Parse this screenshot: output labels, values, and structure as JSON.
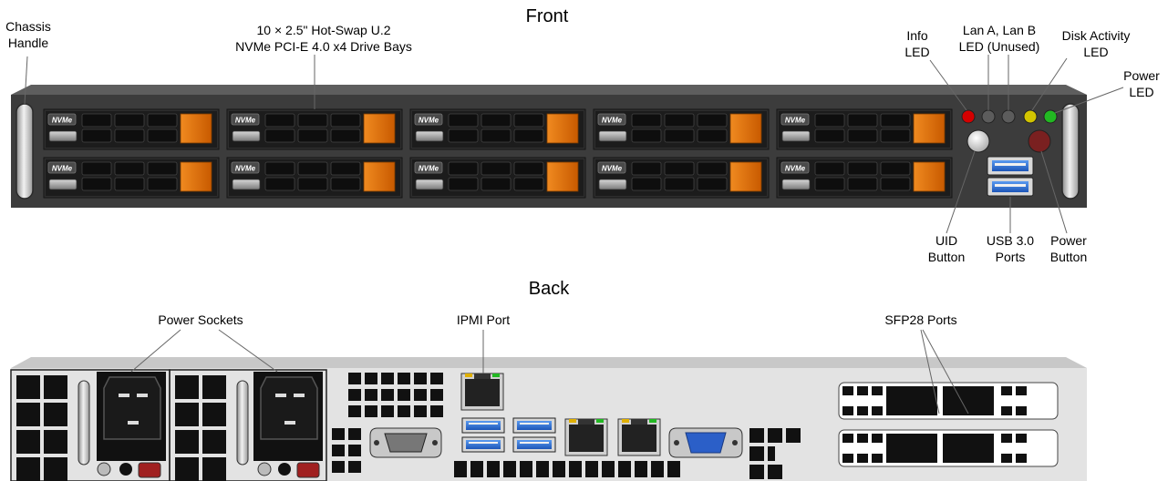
{
  "front": {
    "title": "Front",
    "bay_badge": "NVMe",
    "bay_count": 10,
    "colors": {
      "chassis": "#3c3c3c",
      "drive_tab": "#e36c0a",
      "led_info": "#d40000",
      "led_lan": "#5c5c5c",
      "led_disk": "#d2c400",
      "led_power": "#22b822",
      "power_button": "#7a2020"
    },
    "labels": {
      "chassis_handle": "Chassis\nHandle",
      "drive_bays": "10 × 2.5\" Hot-Swap U.2\nNVMe PCI-E 4.0 x4 Drive Bays",
      "info_led": "Info\nLED",
      "lan_led": "Lan A, Lan B\nLED (Unused)",
      "disk_led": "Disk Activity\nLED",
      "power_led": "Power\nLED",
      "uid_button": "UID\nButton",
      "usb_ports": "USB 3.0\nPorts",
      "power_button": "Power\nButton"
    }
  },
  "back": {
    "title": "Back",
    "colors": {
      "chassis": "#e3e3e3",
      "usb_blue": "#2a6fd4",
      "vga_blue": "#2b5fc8"
    },
    "labels": {
      "power_sockets": "Power Sockets",
      "ipmi_port": "IPMI Port",
      "sfp28_ports": "SFP28 Ports"
    }
  }
}
